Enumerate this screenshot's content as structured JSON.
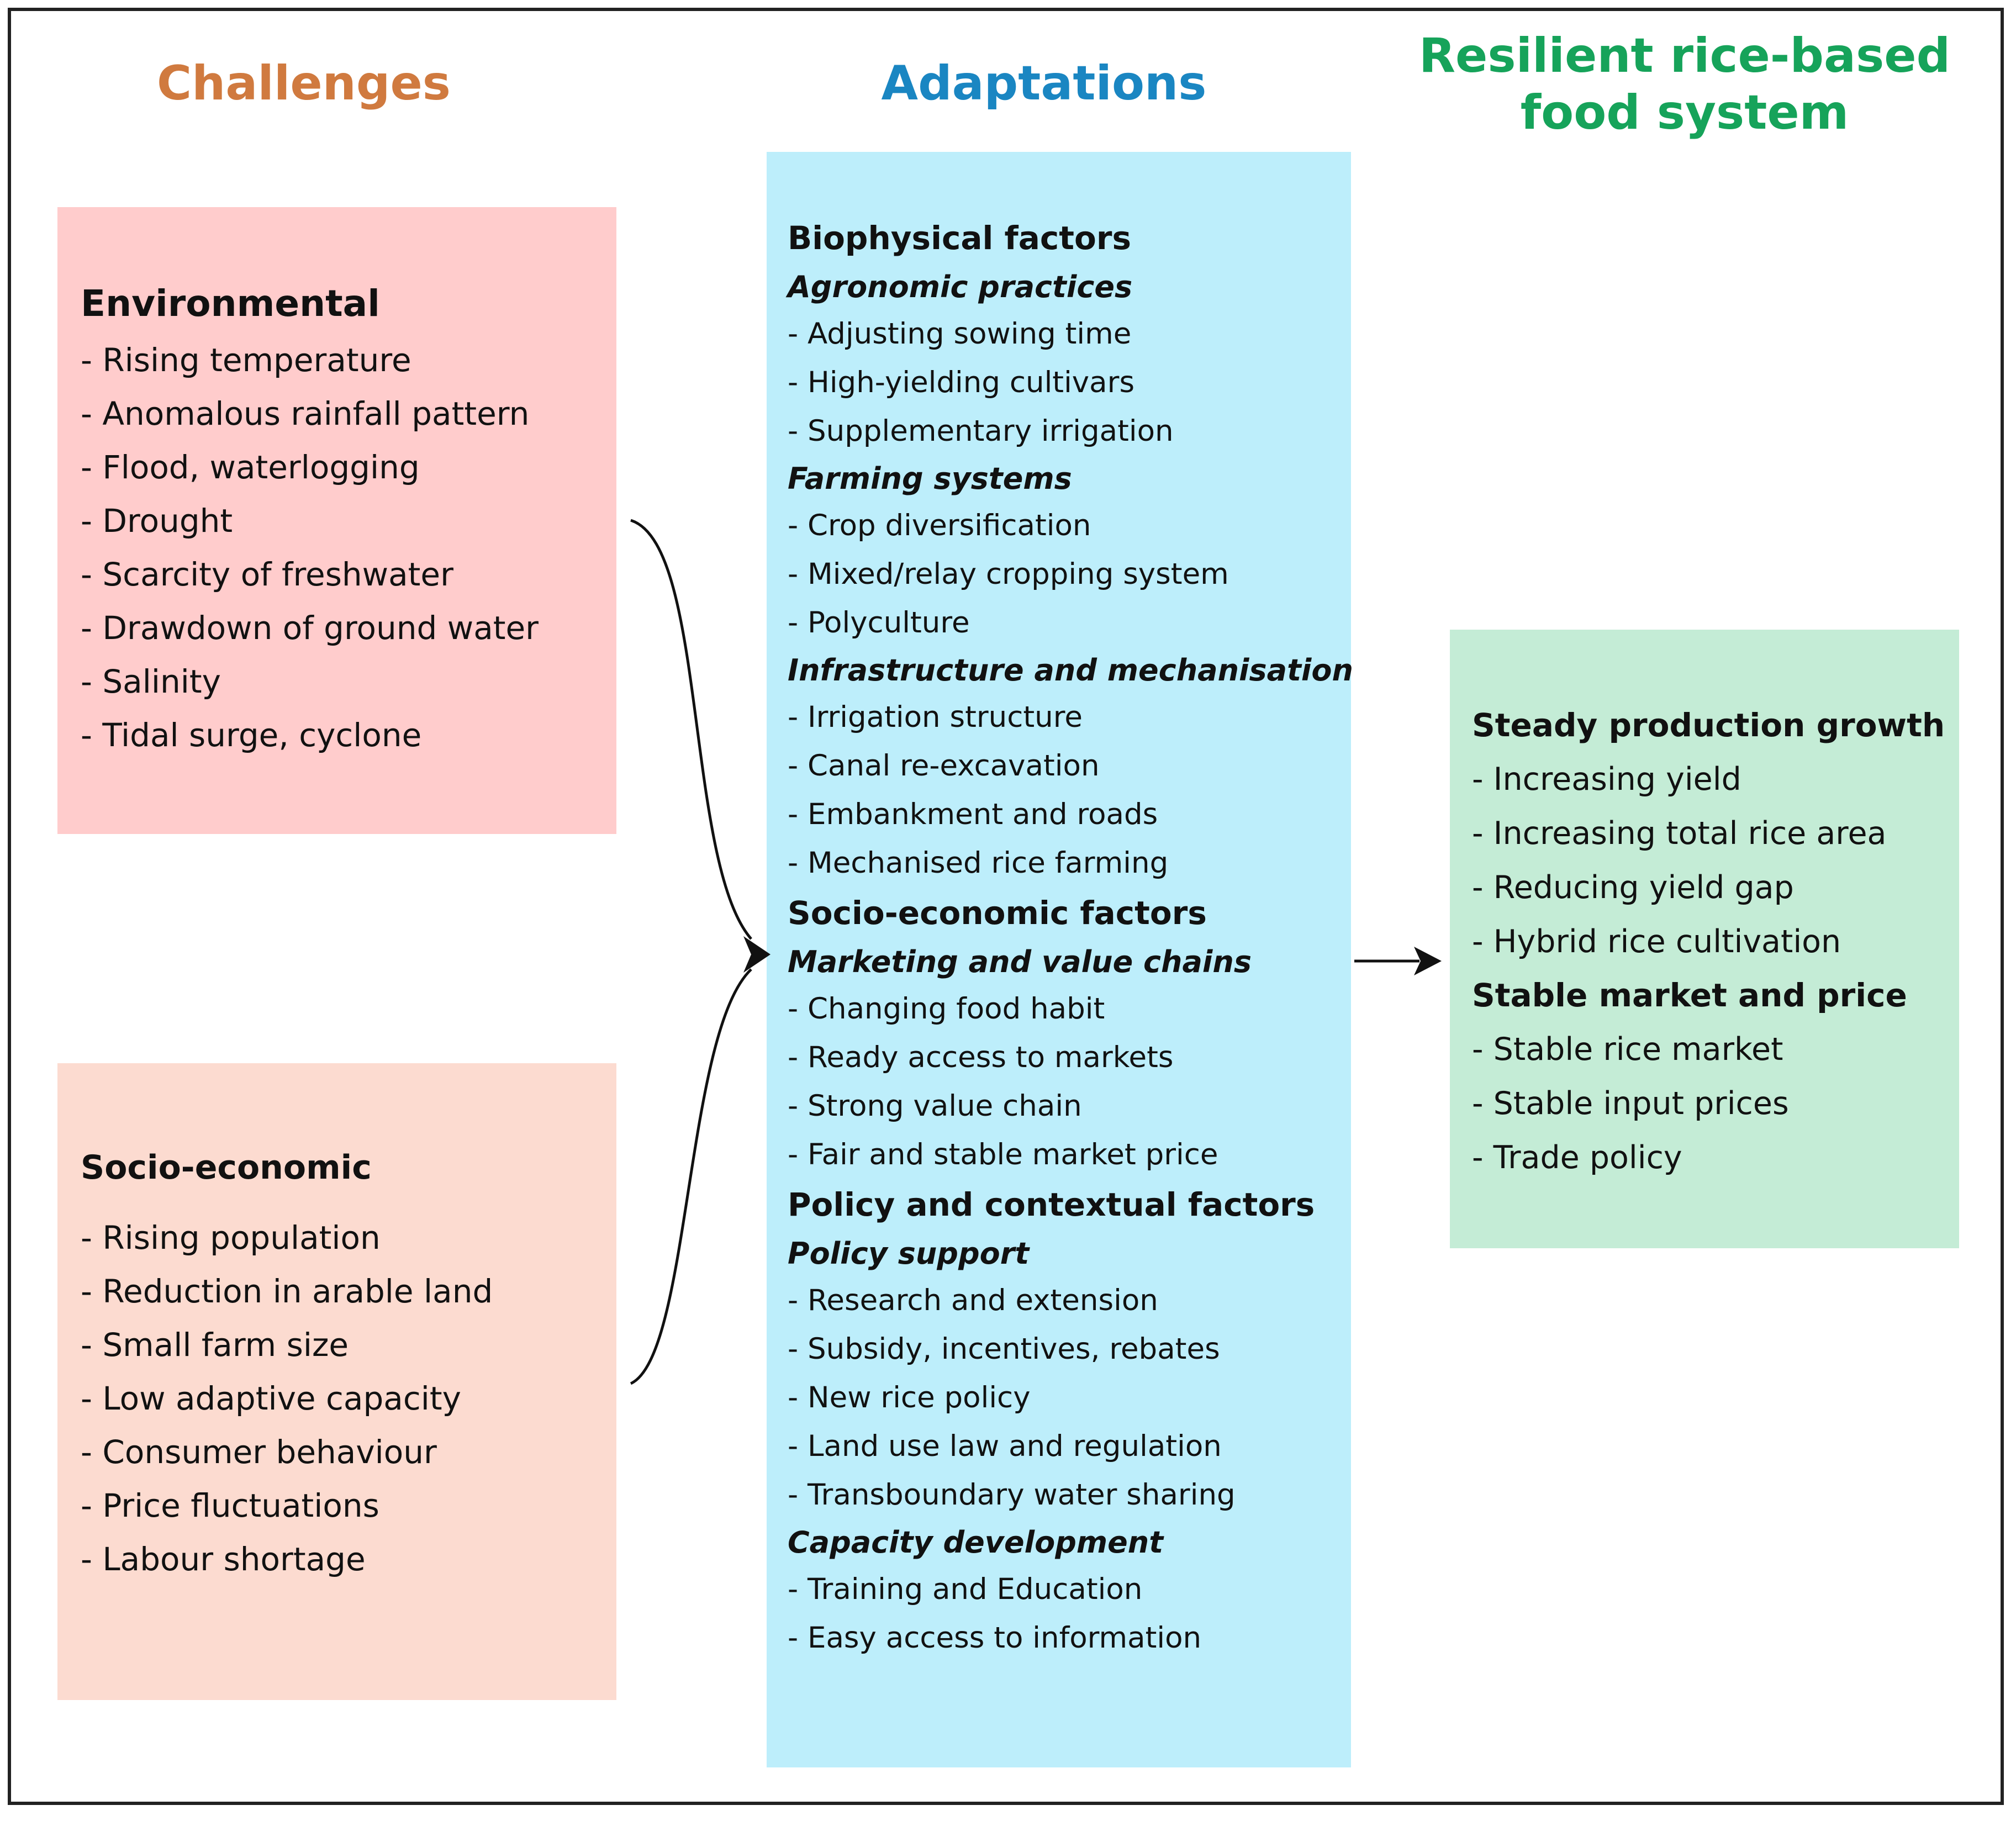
{
  "colors": {
    "challenges_heading": "#d07a3f",
    "adaptations_heading": "#1a86c2",
    "resilient_heading": "#16a35a",
    "environmental_box": "#ffcccc",
    "socioeconomic_box": "#fcdbd0",
    "adaptations_box": "#bdeefb",
    "resilient_box": "#c4ecd6",
    "arrow": "#111111"
  },
  "headings": {
    "challenges": "Challenges",
    "adaptations": "Adaptations",
    "resilient_line1": "Resilient rice-based",
    "resilient_line2": "food system"
  },
  "environmental": {
    "title": "Environmental",
    "items": [
      "- Rising temperature",
      "- Anomalous rainfall pattern",
      "- Flood, waterlogging",
      "- Drought",
      "- Scarcity of freshwater",
      "- Drawdown of ground water",
      "- Salinity",
      "- Tidal surge, cyclone"
    ]
  },
  "socioeconomic": {
    "title": "Socio-economic",
    "items": [
      "- Rising population",
      "- Reduction in arable land",
      "- Small farm size",
      "- Low adaptive capacity",
      "- Consumer behaviour",
      "- Price fluctuations",
      "- Labour shortage"
    ]
  },
  "adaptations": {
    "biophysical": {
      "title": "Biophysical  factors",
      "agronomic": {
        "title": "Agronomic practices",
        "items": [
          "- Adjusting sowing time",
          "- High-yielding cultivars",
          "- Supplementary irrigation"
        ]
      },
      "farming": {
        "title": "Farming systems",
        "items": [
          "- Crop diversification",
          "- Mixed/relay cropping system",
          "- Polyculture"
        ]
      },
      "infrastructure": {
        "title": "Infrastructure  and mechanisation",
        "items": [
          "- Irrigation structure",
          "- Canal re-excavation",
          "- Embankment and roads",
          "- Mechanised rice farming"
        ]
      }
    },
    "socioeconomic": {
      "title": "Socio-economic  factors",
      "marketing": {
        "title": "Marketing and value chains",
        "items": [
          "- Changing food habit",
          "- Ready access to markets",
          "- Strong value chain",
          "- Fair and stable market price"
        ]
      }
    },
    "policy": {
      "title": "Policy  and contextual factors",
      "support": {
        "title": "Policy support",
        "items": [
          "- Research and extension",
          "- Subsidy, incentives, rebates",
          "- New rice policy",
          "- Land use law and regulation",
          "- Transboundary  water sharing"
        ]
      },
      "capacity": {
        "title": "Capacity development",
        "items": [
          "- Training and Education",
          "- Easy access to information"
        ]
      }
    }
  },
  "resilient": {
    "production": {
      "title": "Steady production growth",
      "items": [
        "- Increasing yield",
        "- Increasing total  rice area",
        "- Reducing yield gap",
        "- Hybrid rice cultivation"
      ]
    },
    "market": {
      "title": "Stable market and price",
      "items": [
        "- Stable  rice market",
        "- Stable  input prices",
        "- Trade policy"
      ]
    }
  }
}
